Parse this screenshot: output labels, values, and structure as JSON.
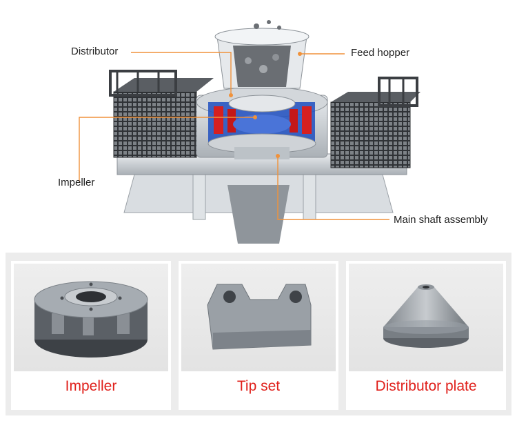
{
  "colors": {
    "callout_line": "#f0923b",
    "caption_text": "#e0201b",
    "band_background": "#ececec"
  },
  "callouts": {
    "distributor": "Distributor",
    "feed_hopper": "Feed hopper",
    "impeller": "Impeller",
    "main_shaft": "Main shaft assembly"
  },
  "parts": [
    {
      "caption": "Impeller",
      "icon": "impeller-part-icon"
    },
    {
      "caption": "Tip set",
      "icon": "tip-set-part-icon"
    },
    {
      "caption": "Distributor plate",
      "icon": "distributor-plate-part-icon"
    }
  ]
}
